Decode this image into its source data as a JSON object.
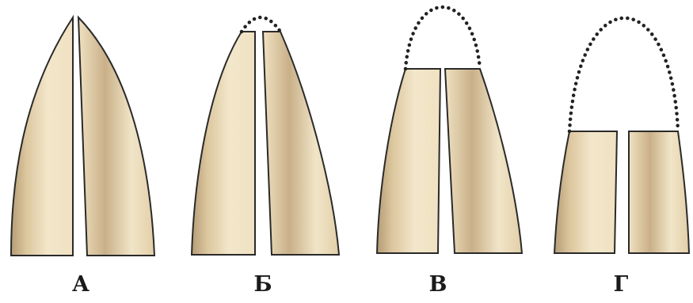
{
  "figure": {
    "panels": [
      {
        "id": "A",
        "label": "А",
        "spacing_level": 0
      },
      {
        "id": "B",
        "label": "Б",
        "spacing_level": 1
      },
      {
        "id": "V",
        "label": "В",
        "spacing_level": 2
      },
      {
        "id": "G",
        "label": "Г",
        "spacing_level": 3
      }
    ],
    "colors": {
      "fill_light": "#f6ecd2",
      "fill_mid": "#e7d5ae",
      "fill_dark": "#b79f78",
      "outline": "#2a2a2a",
      "dots": "#222222"
    }
  }
}
